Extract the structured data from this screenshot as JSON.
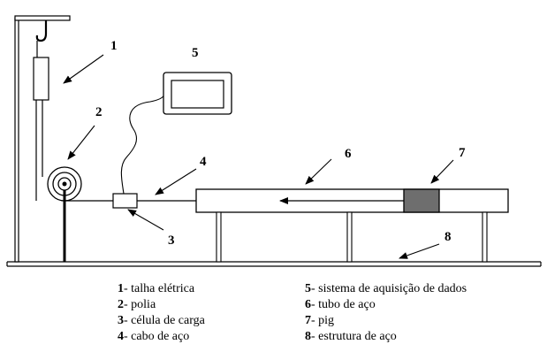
{
  "diagram": {
    "callouts": [
      "1",
      "2",
      "3",
      "4",
      "5",
      "6",
      "7",
      "8"
    ]
  },
  "legend": {
    "left": [
      {
        "num": "1",
        "label": "- talha elétrica"
      },
      {
        "num": "2",
        "label": "- polia"
      },
      {
        "num": "3",
        "label": "- célula de carga"
      },
      {
        "num": "4",
        "label": "- cabo de aço"
      }
    ],
    "right": [
      {
        "num": "5",
        "label": "- sistema de aquisição de dados"
      },
      {
        "num": "6",
        "label": "- tubo de aço"
      },
      {
        "num": "7",
        "label": "- pig"
      },
      {
        "num": "8",
        "label": "- estrutura de aço"
      }
    ]
  },
  "colors": {
    "stroke": "#000000",
    "pig_fill": "#6e6e6e",
    "background": "#ffffff"
  }
}
